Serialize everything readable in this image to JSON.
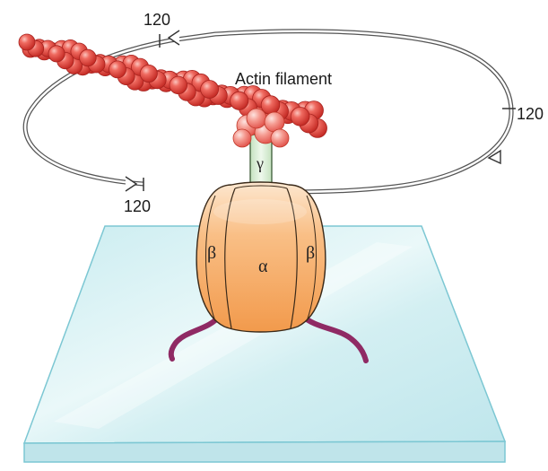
{
  "diagram": {
    "labels": {
      "actin_filament": "Actin filament",
      "gamma_subunit": "γ",
      "beta_left": "β",
      "alpha": "α",
      "beta_right": "β",
      "angle_top": "120",
      "angle_right": "120",
      "angle_left": "120"
    },
    "colors": {
      "actin_bead": "#e8413b",
      "actin_bead_highlight": "#f7a39b",
      "actin_bead_edge": "#a8231f",
      "gamma_stalk": "#d6ecd2",
      "f1_body": "#f6a65c",
      "f1_body_light": "#fde0c0",
      "anchor_tail": "#8f2a64",
      "glass_slide": "#d6f0f2",
      "glass_edge": "#7cc7d3",
      "rotation_path": "#555555"
    }
  }
}
